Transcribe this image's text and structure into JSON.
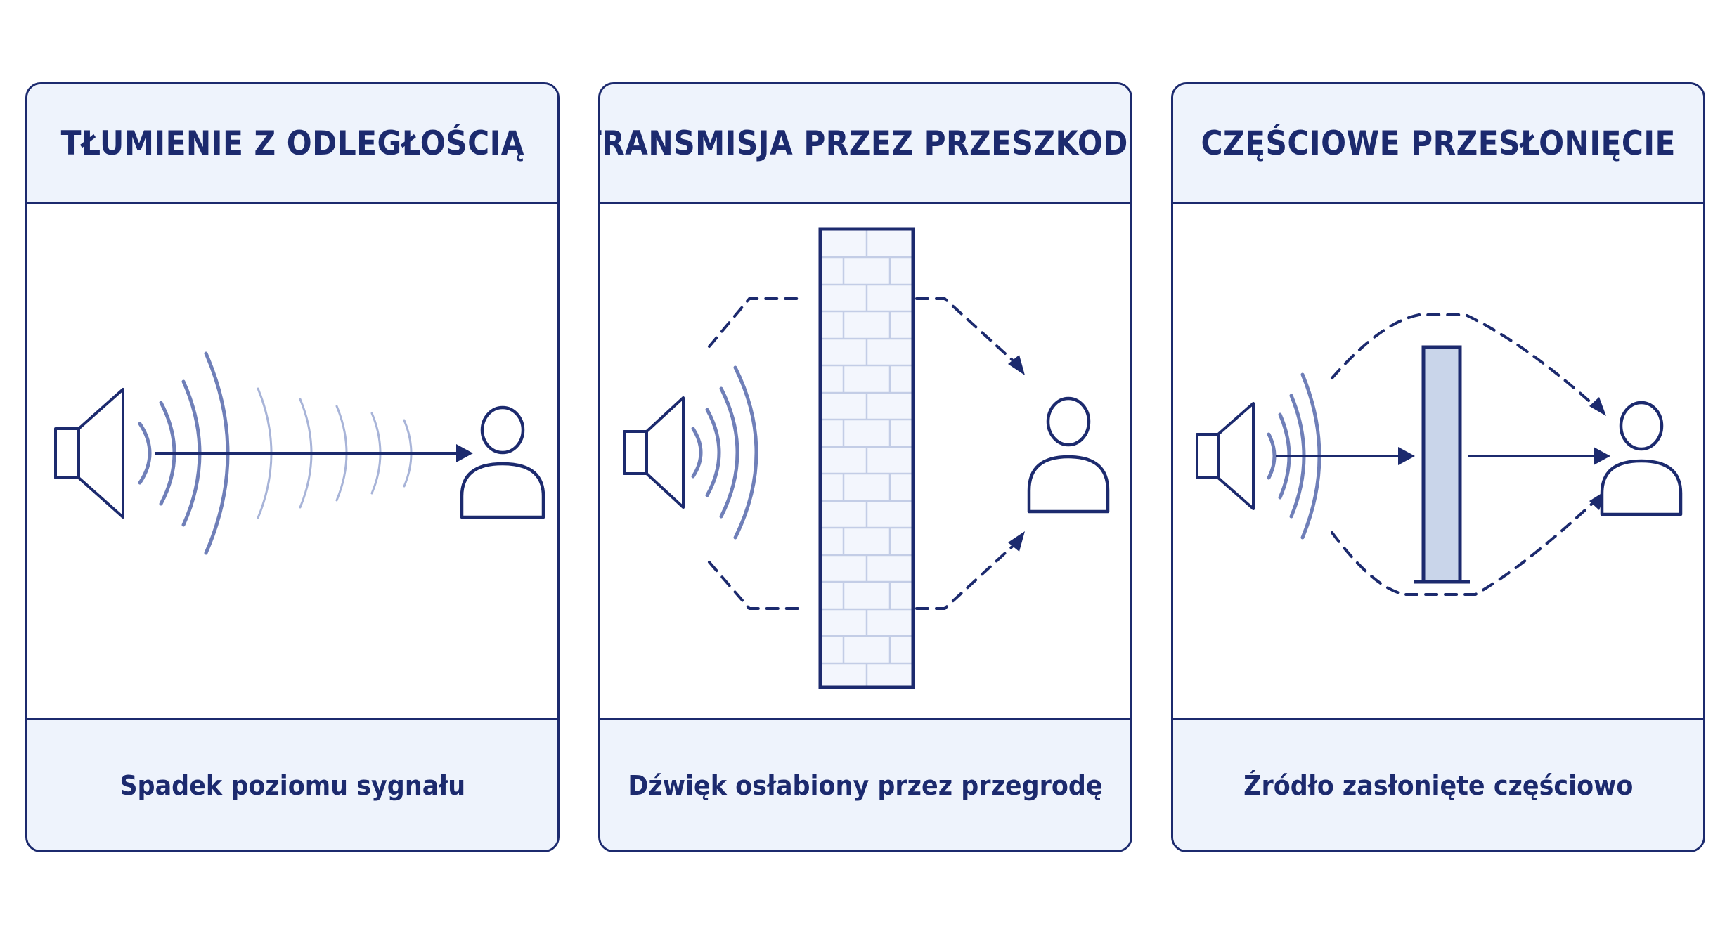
{
  "panels": [
    {
      "title": "TŁUMIENIE Z ODLEGŁOŚCIĄ",
      "caption": "Spadek poziomu sygnału"
    },
    {
      "title": "TRANSMISJA PRZEZ PRZESZKODĘ",
      "caption": "Dźwięk osłabiony przez przegrodę"
    },
    {
      "title": "CZĘŚCIOWE PRZESŁONIĘCIE",
      "caption": "Źródło zasłonięte częściowo"
    }
  ],
  "colors": {
    "ink": "#1c2a6e",
    "panel_fill": "#eef3fc",
    "wave": "#6f7fb8",
    "wall_fill": "#f3f6fd",
    "brick_line": "#c3cde6",
    "barrier_fill": "#c9d5ea"
  },
  "icons": [
    "speaker-icon",
    "person-icon",
    "brick-wall",
    "partial-barrier"
  ]
}
